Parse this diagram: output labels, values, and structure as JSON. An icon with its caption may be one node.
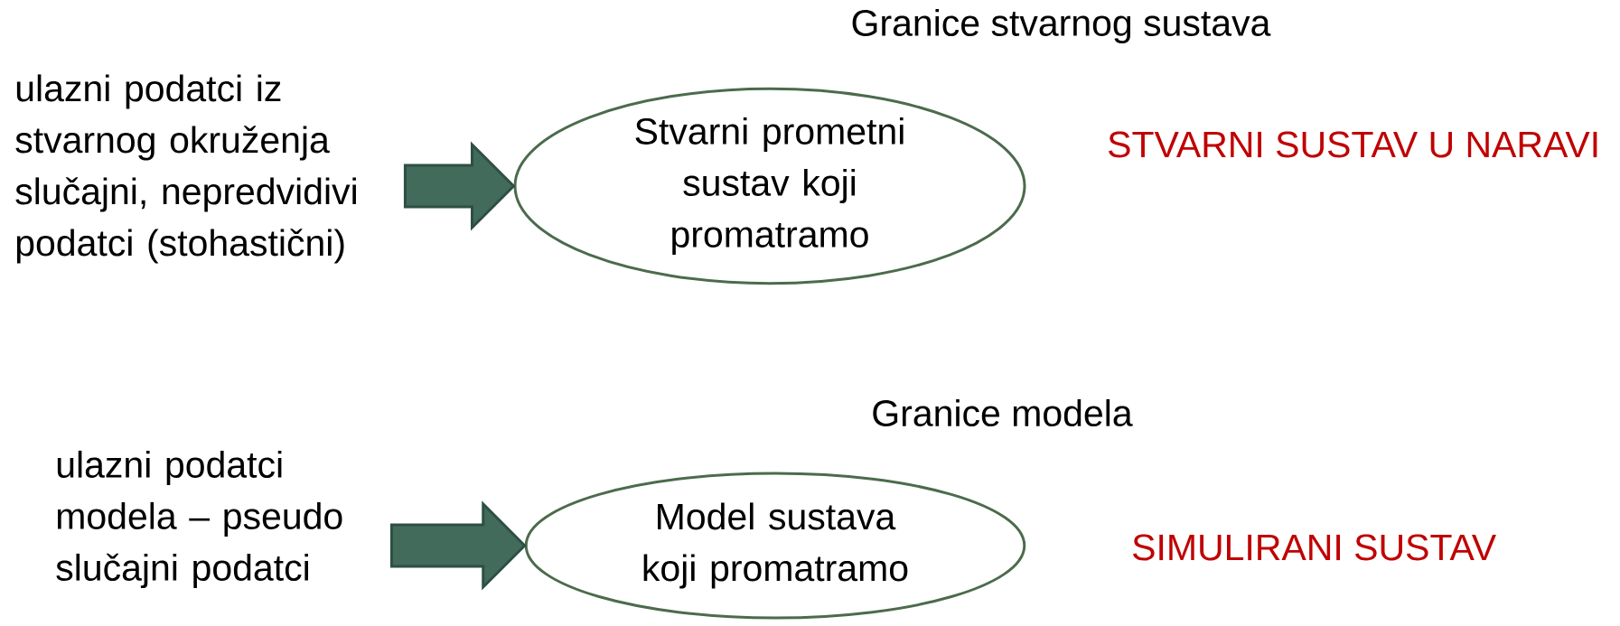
{
  "diagram": {
    "nodes": [
      {
        "text": [
          "ulazni podatci iz stvarnog okruženja slučajni,  nepredvidivi podatci (stohastični)"
        ]
      },
      {
        "text": [
          "Stvarni prometni sustav koji promatramo"
        ],
        "beside": [
          "Granice stvarnog sustava"
        ]
      },
      {
        "text": [
          "ulazni podatci modela – pseudo slučajni podatci"
        ]
      },
      {
        "text": [
          "Model sustava koji promatramo"
        ],
        "beside": [
          "Granice modela"
        ]
      }
    ],
    "edges": [
      {
        "from": 0,
        "to": 1,
        "arrow": "to"
      },
      {
        "from": 2,
        "to": 3,
        "arrow": "to"
      }
    ],
    "labels": [
      "STVARNI SUSTAV U NARAVI",
      "SIMULIRANI SUSTAV"
    ]
  }
}
